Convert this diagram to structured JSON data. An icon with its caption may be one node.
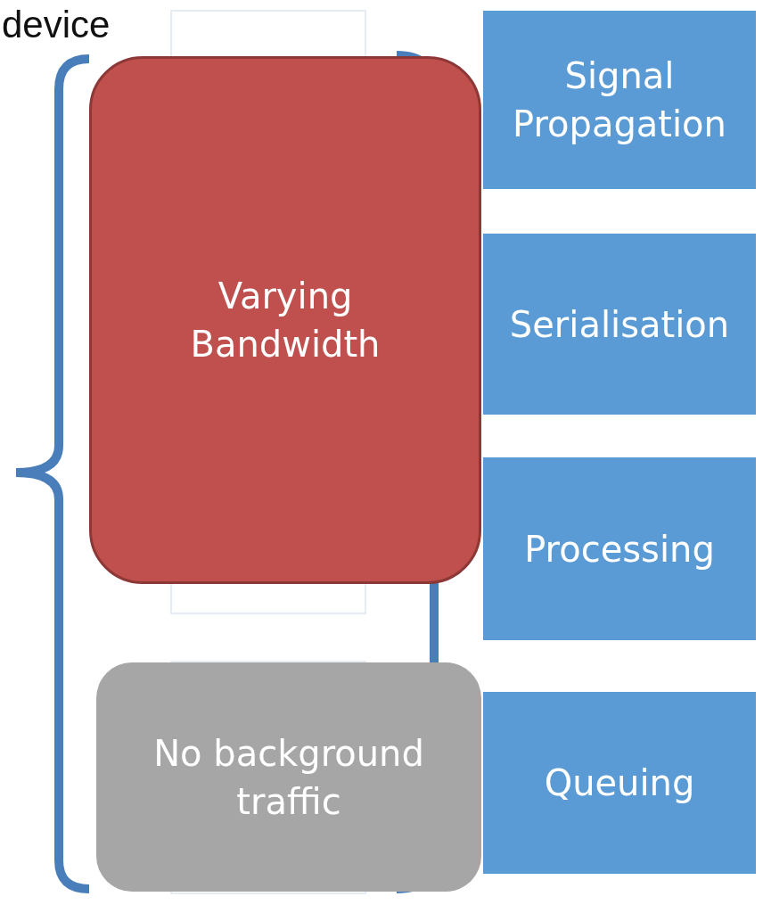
{
  "diagram": {
    "nodes": [
      {
        "text": [
          "Varying Bandwidth"
        ]
      },
      {
        "text": [
          "No background traffic"
        ]
      },
      {
        "text": [
          "Signal Propagation"
        ]
      },
      {
        "text": [
          "Serialisation"
        ]
      },
      {
        "text": [
          "Processing"
        ]
      },
      {
        "text": [
          "Queuing"
        ]
      }
    ],
    "labels": [
      "device"
    ]
  }
}
